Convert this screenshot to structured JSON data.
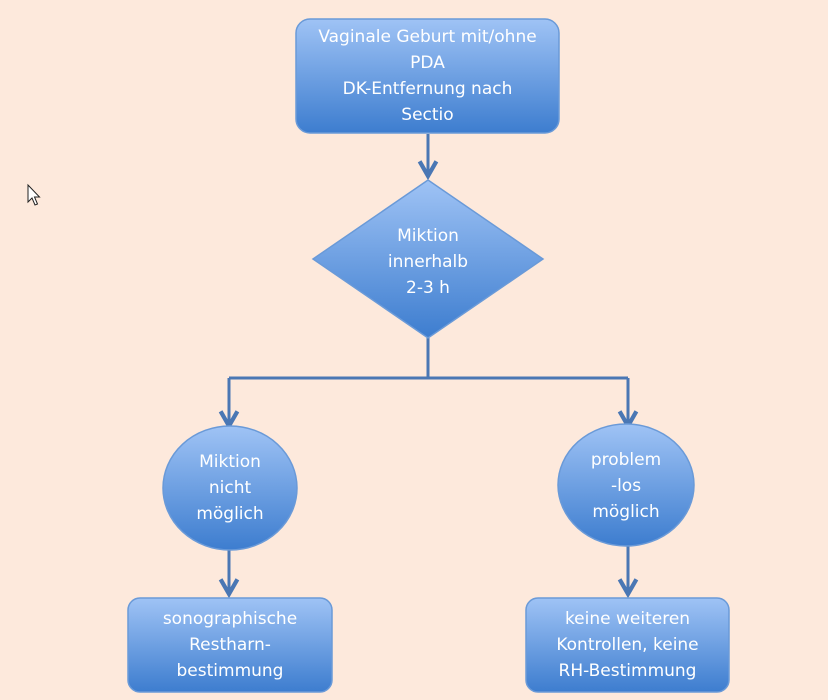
{
  "colors": {
    "background": "#fde9dc",
    "shape_fill_top": "#9fc3f5",
    "shape_fill_bottom": "#3d7dcf",
    "shape_stroke": "#6a9ad8",
    "connector": "#4a77b4",
    "text": "#ffffff"
  },
  "diagram": {
    "start": {
      "lines": [
        "Vaginale Geburt mit/ohne",
        "PDA",
        "DK-Entfernung nach",
        "Sectio"
      ]
    },
    "decision": {
      "lines": [
        "Miktion",
        "innerhalb",
        "2-3 h"
      ]
    },
    "left_branch": {
      "outcome": {
        "lines": [
          "Miktion",
          "nicht",
          "möglich"
        ]
      },
      "action": {
        "lines": [
          "sonographische",
          "Restharn-",
          "bestimmung"
        ]
      }
    },
    "right_branch": {
      "outcome": {
        "lines": [
          "problem",
          "-los",
          "möglich"
        ]
      },
      "action": {
        "lines": [
          "keine weiteren",
          "Kontrollen, keine",
          "RH-Bestimmung"
        ]
      }
    }
  }
}
